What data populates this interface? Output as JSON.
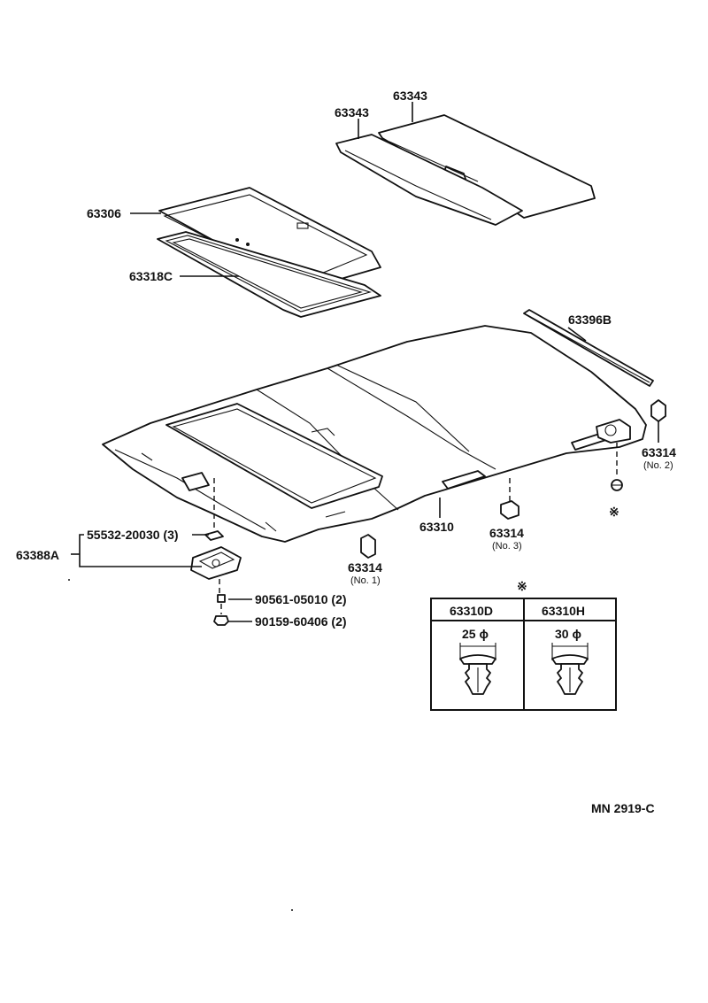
{
  "labels": {
    "p63343_a": "63343",
    "p63343_b": "63343",
    "p63306": "63306",
    "p63318c": "63318C",
    "p63396b": "63396B",
    "p63314_no2": "63314",
    "p63314_no2_sub": "(No. 2)",
    "p63310": "63310",
    "p63314_no3": "63314",
    "p63314_no3_sub": "(No. 3)",
    "p63314_no1": "63314",
    "p63314_no1_sub": "(No. 1)",
    "p55532": "55532-20030 (3)",
    "p63388a": "63388A",
    "p90561": "90561-05010 (2)",
    "p90159": "90159-60406 (2)",
    "asterisk_note": "※",
    "diagram_code": "MN 2919-C"
  },
  "clip_table": {
    "marker": "※",
    "columns": [
      {
        "header": "63310D",
        "size": "25 ϕ"
      },
      {
        "header": "63310H",
        "size": "30 ϕ"
      }
    ]
  }
}
